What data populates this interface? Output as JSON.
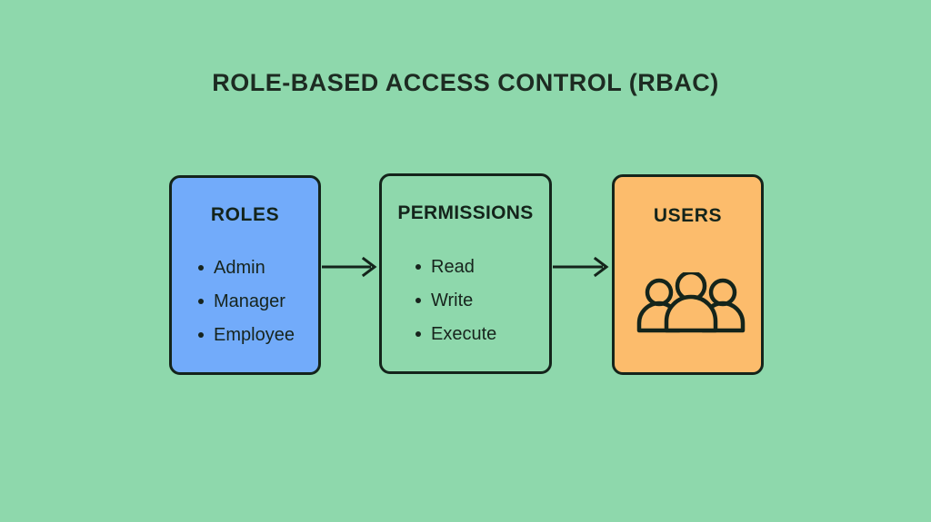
{
  "diagram": {
    "title": "ROLE-BASED ACCESS CONTROL (RBAC)",
    "background_color": "#8ed8ac",
    "stroke_color": "#14241b",
    "nodes": [
      {
        "id": "roles",
        "title": "ROLES",
        "fill_color": "#72abfa",
        "items": [
          "Admin",
          "Manager",
          "Employee"
        ]
      },
      {
        "id": "permissions",
        "title": "PERMISSIONS",
        "fill_color": "transparent",
        "items": [
          "Read",
          "Write",
          "Execute"
        ]
      },
      {
        "id": "users",
        "title": "USERS",
        "fill_color": "#fcbc6c",
        "icon": "users-group-icon",
        "items": []
      }
    ],
    "connectors": [
      {
        "id": "roles-to-permissions",
        "icon": "arrow-right-icon",
        "from": "ROLES",
        "to": "PERMISSIONS"
      },
      {
        "id": "permissions-to-users",
        "icon": "arrow-right-icon",
        "from": "PERMISSIONS",
        "to": "USERS"
      }
    ]
  }
}
